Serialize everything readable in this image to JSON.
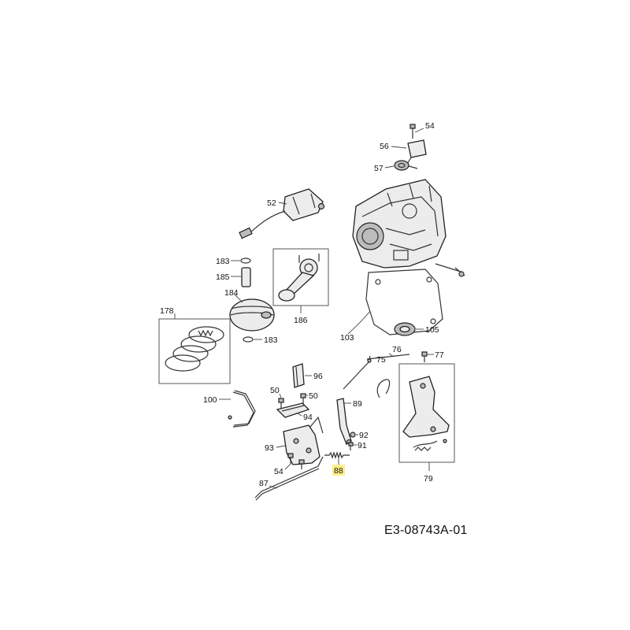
{
  "diagram_code": "E3-08743A-01",
  "highlight_color": "#ffee88",
  "callouts": {
    "c54_top": "54",
    "c56": "56",
    "c57": "57",
    "c52": "52",
    "c183_top": "183",
    "c185": "185",
    "c184": "184",
    "c183_bottom": "183",
    "c178": "178",
    "c186": "186",
    "c103": "103",
    "c105": "105",
    "c76": "76",
    "c75": "75",
    "c77": "77",
    "c96": "96",
    "c50_left": "50",
    "c50_right": "50",
    "c100": "100",
    "c94": "94",
    "c89": "89",
    "c92": "92",
    "c91": "91",
    "c93": "93",
    "c54_bottom": "54",
    "c88": "88",
    "c87": "87",
    "c79": "79"
  }
}
